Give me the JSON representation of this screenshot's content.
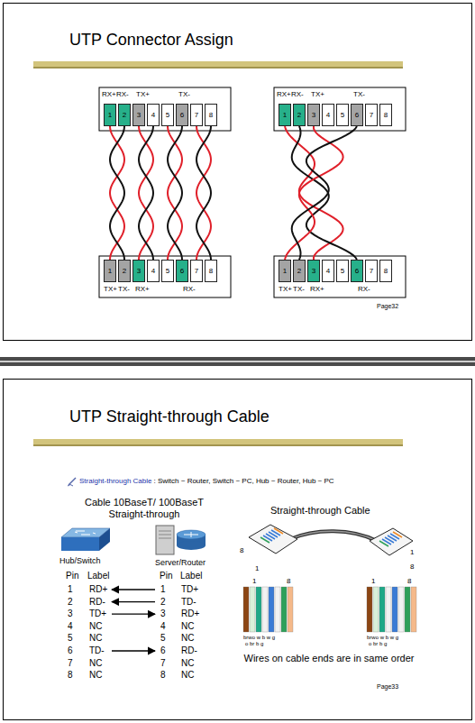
{
  "diagram": {
    "title": "UTP Connector Assign",
    "nodes": [
      {
        "text": [
          "1"
        ]
      },
      {
        "text": [
          "2"
        ]
      },
      {
        "text": [
          "3"
        ]
      },
      {
        "text": [
          "4"
        ]
      },
      {
        "text": [
          "5"
        ]
      },
      {
        "text": [
          "6"
        ]
      },
      {
        "text": [
          "7"
        ]
      },
      {
        "text": [
          "8"
        ]
      },
      {
        "text": [
          "1"
        ]
      },
      {
        "text": [
          "2"
        ]
      },
      {
        "text": [
          "3"
        ]
      },
      {
        "text": [
          "4"
        ]
      },
      {
        "text": [
          "5"
        ]
      },
      {
        "text": [
          "6"
        ]
      },
      {
        "text": [
          "7"
        ]
      },
      {
        "text": [
          "8"
        ]
      },
      {
        "text": [
          "1"
        ]
      },
      {
        "text": [
          "2"
        ]
      },
      {
        "text": [
          "3"
        ]
      },
      {
        "text": [
          "4"
        ]
      },
      {
        "text": [
          "5"
        ]
      },
      {
        "text": [
          "6"
        ]
      },
      {
        "text": [
          "7"
        ]
      },
      {
        "text": [
          "8"
        ]
      },
      {
        "text": [
          "1"
        ]
      },
      {
        "text": [
          "2"
        ]
      },
      {
        "text": [
          "3"
        ]
      },
      {
        "text": [
          "4"
        ]
      },
      {
        "text": [
          "5"
        ]
      },
      {
        "text": [
          "6"
        ]
      },
      {
        "text": [
          "7"
        ]
      },
      {
        "text": [
          "8"
        ]
      }
    ],
    "edges": [
      {
        "from": 0,
        "to": 16,
        "arrow": "none"
      },
      {
        "from": 1,
        "to": 17,
        "arrow": "none"
      },
      {
        "from": 2,
        "to": 18,
        "arrow": "none"
      },
      {
        "from": 3,
        "to": 19,
        "arrow": "none"
      },
      {
        "from": 4,
        "to": 20,
        "arrow": "none"
      },
      {
        "from": 5,
        "to": 21,
        "arrow": "none"
      },
      {
        "from": 6,
        "to": 22,
        "arrow": "none"
      },
      {
        "from": 7,
        "to": 23,
        "arrow": "none"
      },
      {
        "from": 8,
        "to": 26,
        "arrow": "none"
      },
      {
        "from": 9,
        "to": 29,
        "arrow": "none"
      },
      {
        "from": 10,
        "to": 24,
        "arrow": "none"
      },
      {
        "from": 13,
        "to": 25,
        "arrow": "none"
      }
    ],
    "labels": [
      "RX+",
      "RX-",
      "TX+",
      "TX-",
      "RX+",
      "RX-",
      "TX+",
      "TX-",
      "TX+",
      "TX-",
      "RX+",
      "RX-",
      "TX+",
      "TX-",
      "RX+",
      "RX-",
      "Page32",
      "UTP Straight-through Cable",
      "Straight-through Cable",
      ": Switch ~ Router, Switch ~ PC, Hub ~ Router, Hub ~ PC",
      "Cable 10BaseT/ 100BaseT Straight-through",
      "Hub/Switch",
      "Server/Router",
      "Straight-through Cable",
      "8",
      "1",
      "1",
      "8",
      "Pin",
      "Label",
      "Pin",
      "Label",
      "1",
      "RD+",
      "1",
      "TD+",
      "2",
      "RD-",
      "2",
      "TD-",
      "3",
      "TD+",
      "3",
      "RD+",
      "4",
      "NC",
      "4",
      "NC",
      "5",
      "NC",
      "5",
      "NC",
      "6",
      "TD-",
      "6",
      "RD-",
      "7",
      "NC",
      "7",
      "NC",
      "8",
      "NC",
      "8",
      "NC",
      "1",
      "8",
      "1",
      "8",
      "brwo w b w g",
      "o br b g",
      "brwo w b w g",
      "o br b g",
      "Wires on cable ends are in same order",
      "Page33"
    ]
  }
}
